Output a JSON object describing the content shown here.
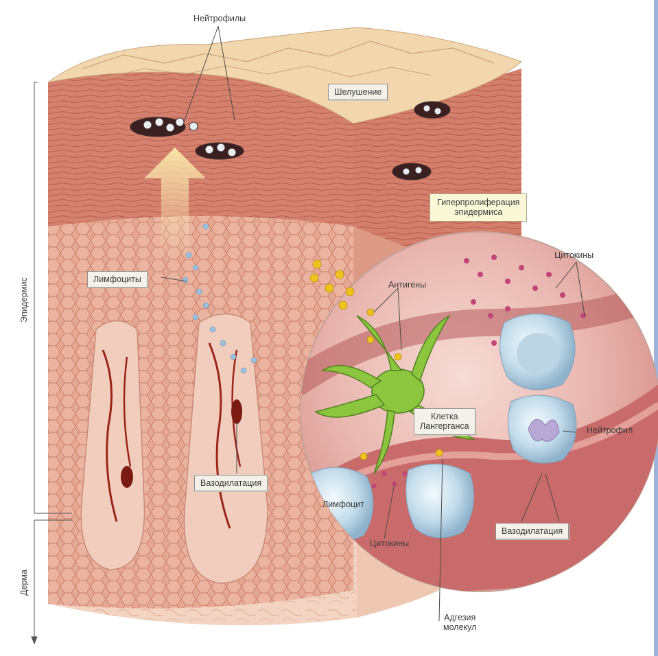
{
  "labels": {
    "neutrophils": "Нейтрофилы",
    "peeling": "Шелушение",
    "hyperproliferation": "Гиперпролиферация\nэпидермиса",
    "lymphocytes": "Лимфоциты",
    "cytokines_top": "Цитокины",
    "antigens": "Антигены",
    "langerhans": "Клетка\nЛангерганса",
    "neutrophil": "Нейтрофил",
    "vasodilation_left": "Вазодилатация",
    "lymphocyte": "Лимфоцит",
    "cytokines_bottom": "Цитокины",
    "vasodilation_right": "Вазодилатация",
    "adhesion": "Адгезия\nмолекул",
    "epidermis": "Эпидермис",
    "dermis": "Дерма"
  },
  "colors": {
    "skin_dark": "#c9695a",
    "skin_mid": "#dd9480",
    "skin_light": "#f1c7b3",
    "scale": "#f2d7ae",
    "vessel": "#9b2418",
    "lymph_blue": "#8fb6d8",
    "dendritic": "#8cc63f",
    "cytokine": "#c2457a",
    "antigen": "#f0c21e",
    "frame": "#9fb2d9"
  }
}
